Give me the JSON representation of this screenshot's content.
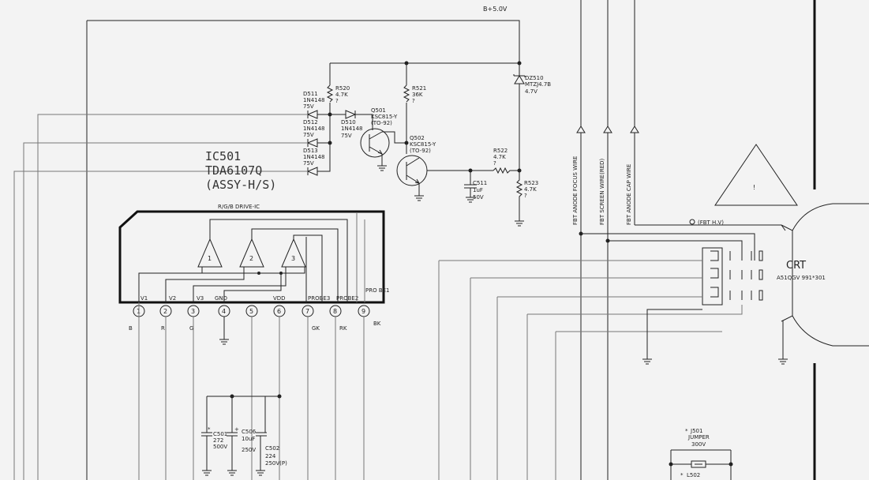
{
  "supply": {
    "label": "B+5.0V"
  },
  "ic_block": {
    "ref": "IC501",
    "part": "TDA6107Q",
    "assy": "(ASSY-H/S)",
    "title": "R/G/B DRIVE-IC"
  },
  "ic_pins": [
    {
      "num": "1",
      "name": "V1",
      "signal": "B"
    },
    {
      "num": "2",
      "name": "V2",
      "signal": "R"
    },
    {
      "num": "3",
      "name": "V3",
      "signal": "G"
    },
    {
      "num": "4",
      "name": "GND",
      "signal": ""
    },
    {
      "num": "5",
      "name": "VDD",
      "signal": ""
    },
    {
      "num": "6",
      "name": "",
      "signal": ""
    },
    {
      "num": "7",
      "name": "PROBE3",
      "signal": "GK"
    },
    {
      "num": "8",
      "name": "PROBE2",
      "signal": "RK"
    },
    {
      "num": "9",
      "name": "PRO BE1",
      "signal": "BK"
    }
  ],
  "amps": [
    "1",
    "2",
    "3"
  ],
  "diodes": [
    {
      "ref": "D511",
      "part": "1N4148",
      "note": "75V"
    },
    {
      "ref": "D512",
      "part": "1N4148",
      "note": "75V"
    },
    {
      "ref": "D513",
      "part": "1N4148",
      "note": "75V"
    },
    {
      "ref": "D510",
      "part": "1N4148",
      "note": "75V"
    }
  ],
  "resistors": [
    {
      "ref": "R520",
      "value": "4.7K",
      "mark": "?"
    },
    {
      "ref": "R521",
      "value": "36K",
      "mark": "?"
    },
    {
      "ref": "R522",
      "value": "4.7K",
      "mark": "?"
    },
    {
      "ref": "R523",
      "value": "4.7K",
      "mark": "?"
    }
  ],
  "transistors": [
    {
      "ref": "Q501",
      "part": "KSC815-Y",
      "pkg": "(TO-92)"
    },
    {
      "ref": "Q502",
      "part": "KSC815-Y",
      "pkg": "(TO-92)"
    }
  ],
  "zener": {
    "ref": "DZ510",
    "part": "MTZJ4.7B",
    "value": "4.7V"
  },
  "c511": {
    "ref": "C511",
    "value": "1uF",
    "rating": "50V"
  },
  "wires": [
    "FBT ANODE FOCUS WIRE",
    "FBT SCREEN WIRE(RED)",
    "FBT ANODE CAP WIRE"
  ],
  "fbt_label": "(FBT H.V)",
  "caution_mark": "!",
  "crt": {
    "label": "CRT",
    "part": "A51QGV 991*301"
  },
  "caps_bottom": [
    {
      "ref": "C501",
      "value": "272",
      "rating": "500V",
      "mark": "*"
    },
    {
      "ref": "C506",
      "value": "10uF",
      "rating": "250V",
      "mark": "+"
    },
    {
      "ref": "C502",
      "value": "224",
      "rating": "250V(P)",
      "mark": ""
    }
  ],
  "jumper": {
    "ref": "J501",
    "label": "JUMPER",
    "value": "300V",
    "mark": "*"
  },
  "l502": {
    "ref": "L502",
    "mark": "*"
  }
}
